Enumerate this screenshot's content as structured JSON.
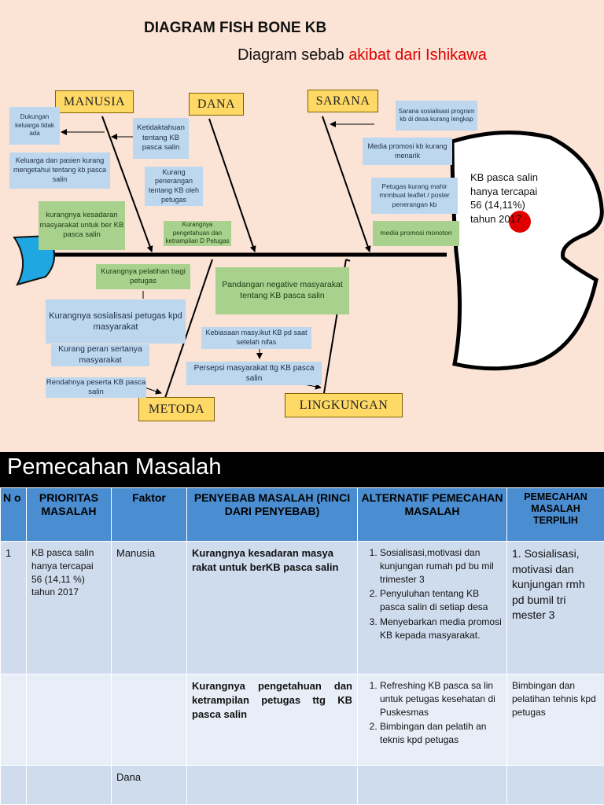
{
  "header": {
    "title": "DIAGRAM FISH BONE KB",
    "subtitle_black": "Diagram sebab",
    "subtitle_red": "akibat dari Ishikawa"
  },
  "categories": {
    "manusia": "MANUSIA",
    "dana": "DANA",
    "sarana": "SARANA",
    "metoda": "METODA",
    "lingkungan": "LINGKUNGAN"
  },
  "head": {
    "line1": "KB pasca salin",
    "line2": "hanya tercapai",
    "line3": "56 (14,11%)",
    "line4": "tahun 2017"
  },
  "causes": {
    "dukungan": "Dukungan keluarga tidak ada",
    "keluarga_pasien": "Keluarga dan pasien kurang mengetahui tentang kb pasca salin",
    "kesadaran": "kurangnya kesadaran masyarakat untuk ber KB pasca salin",
    "ketidaktahuan": "Ketidaktahuan tentang KB pasca salin",
    "penerangan": "Kurang penerangan tentang KB oleh petugas",
    "pengetahuan_petugas": "Kurangnya pengetahuan dan ketrampilan D Petugas",
    "sarana_sosialisasi": "Sarana sosialisasi program kb di desa kurang lengkap",
    "media_menarik": "Media promosi kb kurang menarik",
    "leaflet": "Petugas kurang mahir mrmbuat leaflet / poster penerangan kb",
    "media_monoton": "media promosi monoton",
    "pelatihan": "Kurangnya pelatihan bagi petugas",
    "sosialisasi_petugas": "Kurangnya sosialisasi petugas kpd masyarakat",
    "peran": "Kurang peran sertanya masyarakat",
    "rendahnya": "Rendahnya peserta KB pasca salin",
    "pandangan": "Pandangan negative masyarakat tentang KB pasca salin",
    "kebiasaan": "Kebiasaan masy.ikut KB pd saat setelah nifas",
    "persepsi": "Persepsi masyarakat ttg KB pasca salin"
  },
  "solution": {
    "title": "Pemecahan Masalah",
    "headers": {
      "no": "N o",
      "prioritas": "PRIORITAS MASALAH",
      "faktor": "Faktor",
      "penyebab": "PENYEBAB MASALAH (RINCI DARI PENYEBAB)",
      "alternatif": "ALTERNATIF PEMECAHAN MASALAH",
      "terpilih": "PEMECAHAN MASALAH TERPILIH"
    },
    "rows": [
      {
        "no": "1",
        "prioritas": "KB pasca salin hanya tercapai 56 (14,11 %) tahun 2017",
        "faktor": "Manusia",
        "penyebab": "Kurangnya kesadaran masya rakat untuk berKB pasca salin",
        "alternatif": [
          "Sosialisasi,motivasi dan kunjungan rumah pd bu mil trimester 3",
          "Penyuluhan tentang KB pasca salin di setiap desa",
          "Menyebarkan media promosi KB kepada masyarakat."
        ],
        "terpilih": "1. Sosialisasi, motivasi dan kunjungan rmh pd bumil tri mester 3"
      },
      {
        "no": "",
        "prioritas": "",
        "faktor": "",
        "penyebab": "Kurangnya pengetahuan dan ketrampilan petugas ttg KB pasca salin",
        "alternatif": [
          "Refreshing KB pasca sa lin untuk petugas kesehatan di Puskesmas",
          "Bimbingan dan pelatih an teknis kpd petugas"
        ],
        "terpilih": "Bimbingan dan pelatihan tehnis kpd petugas"
      },
      {
        "no": "",
        "prioritas": "",
        "faktor": "Dana",
        "penyebab": "",
        "alternatif": [],
        "terpilih": ""
      }
    ]
  }
}
